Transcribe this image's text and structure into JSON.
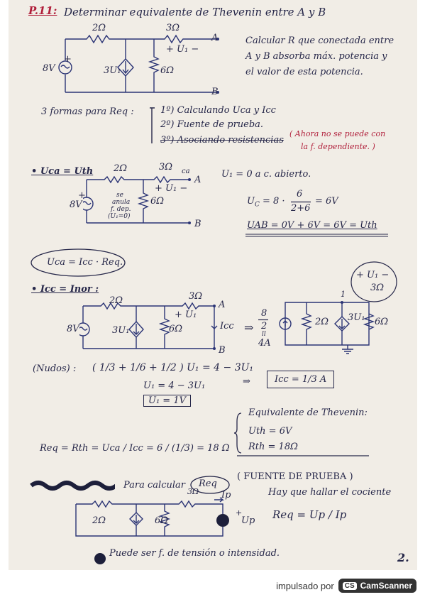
{
  "problem": {
    "number": "P.11:",
    "title": "Determinar equivalente de Thevenin entre A y B",
    "statement_line1": "Calcular R que conectada entre",
    "statement_line2": "A y B absorba máx. potencia y",
    "statement_line3": "el valor de esta potencia."
  },
  "circuit1": {
    "r1": "2Ω",
    "r3": "3Ω",
    "src": "8V",
    "dep": "3U₁",
    "r2": "6Ω",
    "u1": "+ U₁ −",
    "plus": "+",
    "a": "A",
    "b": "B"
  },
  "ways": {
    "lead": "3 formas para Req :",
    "w1": "1º) Calculando Uca y Icc",
    "w2": "2º) Fuente de prueba.",
    "w3": "3º) Asociando resistencias",
    "note1": "( Ahora no se puede con",
    "note2": "la f. dependiente. )"
  },
  "uca": {
    "label": "• Uca = Uth",
    "r1": "2Ω",
    "r3": "3Ω",
    "ca": "ca",
    "u1": "+ U₁ −",
    "src": "8V",
    "r2": "6Ω",
    "a": "A",
    "b": "B",
    "plus": "+",
    "dep1": "se",
    "dep2": "anula",
    "dep3": "f. dep.",
    "dep4": "(U₁=0)",
    "eq_u1": "U₁ = 0   a  c. abierto.",
    "eq_uc_pre": "U",
    "eq_uc_sub": "C",
    "eq_uc_mid": "= 8 ·",
    "eq_uc_num": "6",
    "eq_uc_den": "2+6",
    "eq_uc_res": "= 6V",
    "eq_uab": "UAB = 0V + 6V = 6V = Uth"
  },
  "oval_text": "Uca = Icc · Req.",
  "icc": {
    "label": "• Icc = Inor :",
    "r1": "2Ω",
    "r3": "3Ω",
    "src": "8V",
    "dep": "3U₁",
    "r2": "6Ω",
    "u1": "+ U₁",
    "icc": "Icc",
    "a": "A",
    "b": "B",
    "arrow": "⇒",
    "f_num": "8",
    "f_den": "2",
    "f_eq": "ll",
    "f_res": "4A",
    "n_r1": "2Ω",
    "n_dep": "3U₁",
    "n_r2": "6Ω",
    "n_node": "1",
    "bubble_u1": "+ U₁ −",
    "bubble_r": "3Ω",
    "nodes_label": "(Nudos) :",
    "nodes_eq": "( 1/3 + 1/6 + 1/2 ) U₁ = 4 − 3U₁",
    "nodes_eq2": "U₁ = 4 − 3U₁",
    "u1_res": "U₁ = 1V",
    "icc_res": "Icc = 1/3 A"
  },
  "thevenin": {
    "title": "Equivalente de Thevenin:",
    "uth": "Uth = 6V",
    "rth": "Rth = 18Ω"
  },
  "req": {
    "eq": "Req = Rth = Uca / Icc = 6 / (1/3) = 18 Ω"
  },
  "test_source": {
    "para": "Para calcular",
    "req_circled": "Req",
    "fuente": "( FUENTE DE PRUEBA )",
    "hay": "Hay que hallar el cociente",
    "req_frac": "Req = Up / Ip",
    "r1": "2Ω",
    "r2": "6Ω",
    "r3": "3Ω",
    "ip": "Ip",
    "up": "Up",
    "plus": "+"
  },
  "footnote": "Puede ser f. de tensión o intensidad.",
  "page_number": "2.",
  "footer": {
    "powered_by": "impulsado por",
    "logo": "CS",
    "brand": "CamScanner"
  }
}
